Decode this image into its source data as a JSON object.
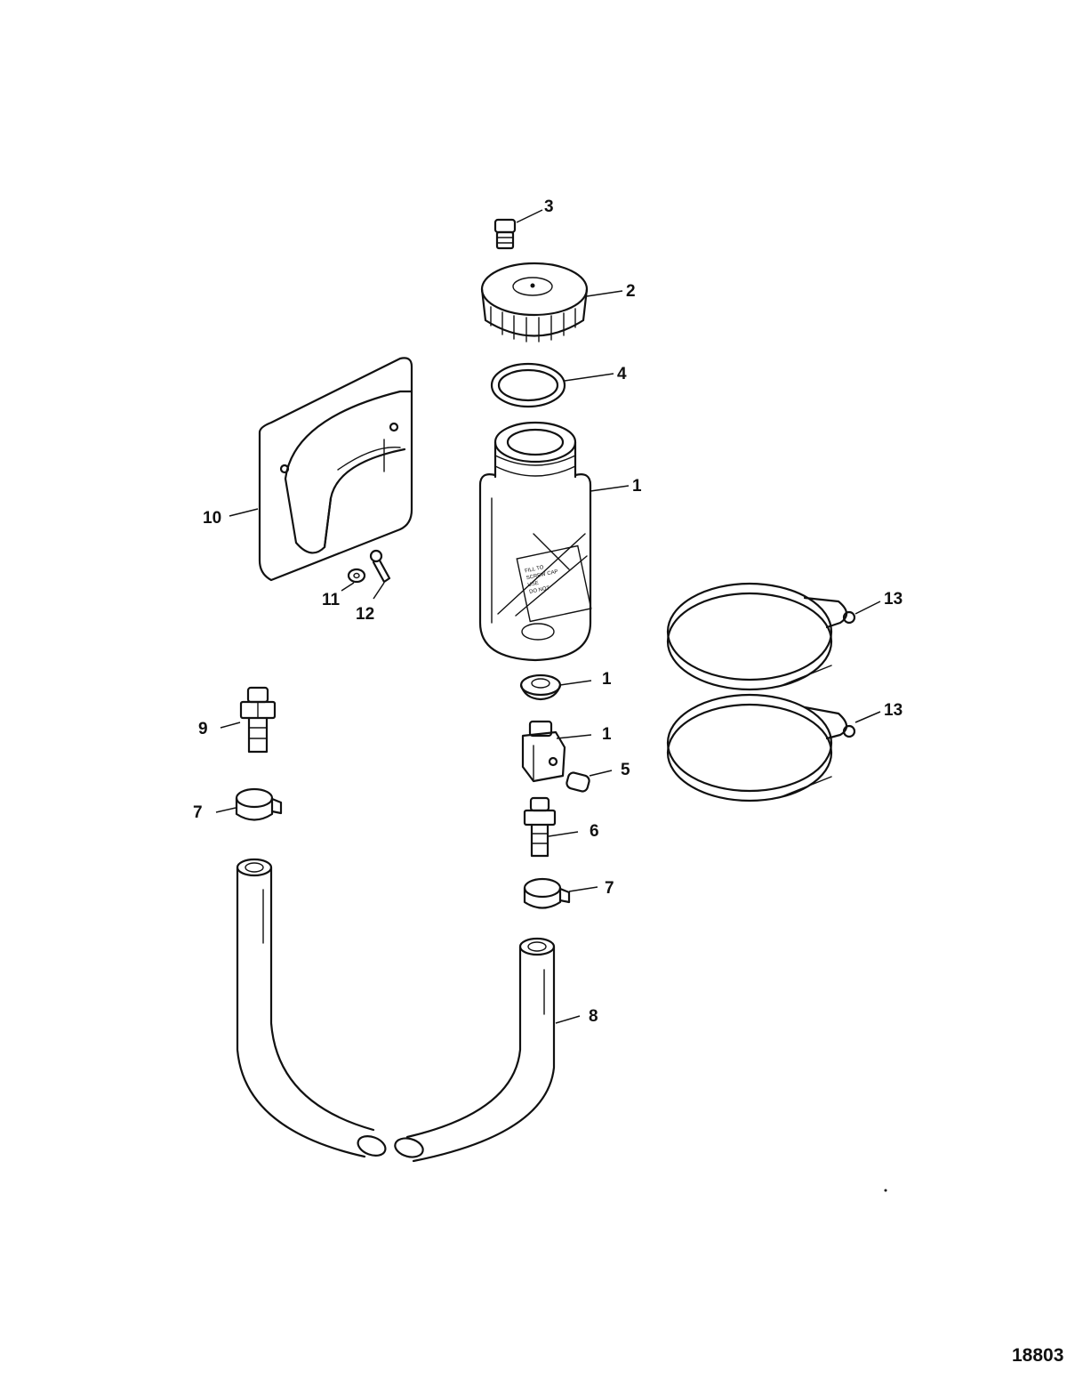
{
  "figure_number": "18803",
  "callouts": {
    "c3": "3",
    "c2": "2",
    "c4": "4",
    "c1_reservoir": "1",
    "c10": "10",
    "c11": "11",
    "c12": "12",
    "c13_upper": "13",
    "c13_lower": "13",
    "c1_grommet": "1",
    "c9": "9",
    "c1_adapter": "1",
    "c5": "5",
    "c7_left": "7",
    "c6": "6",
    "c7_right": "7",
    "c8": "8"
  },
  "reservoir_label": [
    "FILL TO",
    "SCREW CAP",
    "USE",
    "DO NOT"
  ]
}
